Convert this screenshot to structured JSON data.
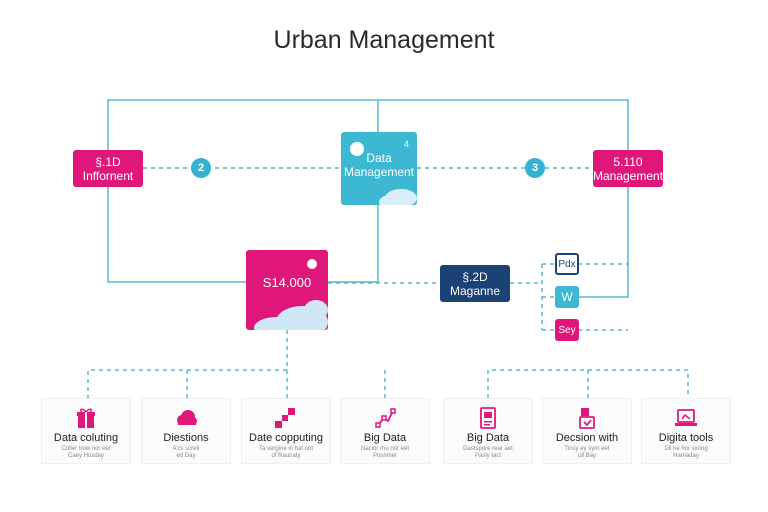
{
  "title": "Urban Management",
  "nodes": {
    "left": {
      "line1": "§.1D",
      "line2": "Inffornent"
    },
    "center": {
      "line1": "Data",
      "line2": "Management",
      "corner": "4"
    },
    "right": {
      "line1": "5.110",
      "line2": "Management"
    },
    "pink_big": {
      "label": "S14.000"
    },
    "navy": {
      "line1": "§.2D",
      "line2": "Maganne"
    }
  },
  "connectors": {
    "left_circle": "2",
    "right_circle": "3"
  },
  "mini_boxes": [
    "Pdx",
    "W",
    "Sey"
  ],
  "colors": {
    "pink": "#e0177a",
    "teal": "#3cb8d2",
    "navy": "#1a4275",
    "light_blue": "#cfe6f5"
  },
  "cards": [
    {
      "icon": "gift-icon",
      "title": "Data coluting",
      "desc1": "Coller trow nor eet",
      "desc2": "Caey Hosday"
    },
    {
      "icon": "cloud-icon",
      "title": "Diestions",
      "desc1": "A’cs screti",
      "desc2": "ed Day"
    },
    {
      "icon": "pixel-blocks-icon",
      "title": "Date copputing",
      "desc1": "Ta vergine in bat oot",
      "desc2": "of Raunaty"
    },
    {
      "icon": "network-nodes-icon",
      "title": "Big Data",
      "desc1": "Nacior rhu nor eet",
      "desc2": "Posnmer"
    },
    {
      "icon": "document-chart-icon",
      "title": "Big Data",
      "desc1": "Dastspore rear aet",
      "desc2": "Pasly tact"
    },
    {
      "icon": "decision-icon",
      "title": "Decsion with",
      "desc1": "Tinsy ey syrn eet",
      "desc2": "ull Bay"
    },
    {
      "icon": "laptop-icon",
      "title": "Digita tools",
      "desc1": "Dll he hor sxring",
      "desc2": "Hamaday"
    }
  ]
}
